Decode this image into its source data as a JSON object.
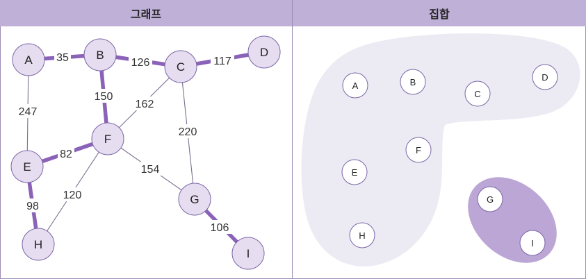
{
  "headers": {
    "graph": "그래프",
    "set": "집합"
  },
  "colors": {
    "header": "#bfb0d7",
    "node_fill": "#e6ddf0",
    "node_stroke": "#7a66a6",
    "heavy_edge": "#8a63b8",
    "light_edge": "#7a6f90",
    "set_region": "#ecebf3",
    "subset_region": "#bba6d6"
  },
  "graph": {
    "nodes": [
      "A",
      "B",
      "C",
      "D",
      "E",
      "F",
      "G",
      "H",
      "I"
    ],
    "edges": [
      {
        "from": "A",
        "to": "B",
        "weight": "35",
        "heavy": true
      },
      {
        "from": "B",
        "to": "C",
        "weight": "126",
        "heavy": true
      },
      {
        "from": "C",
        "to": "D",
        "weight": "117",
        "heavy": true
      },
      {
        "from": "A",
        "to": "E",
        "weight": "247",
        "heavy": false
      },
      {
        "from": "B",
        "to": "F",
        "weight": "150",
        "heavy": true
      },
      {
        "from": "C",
        "to": "F",
        "weight": "162",
        "heavy": false
      },
      {
        "from": "C",
        "to": "G",
        "weight": "220",
        "heavy": false
      },
      {
        "from": "E",
        "to": "F",
        "weight": "82",
        "heavy": true
      },
      {
        "from": "F",
        "to": "G",
        "weight": "154",
        "heavy": false
      },
      {
        "from": "F",
        "to": "H",
        "weight": "120",
        "heavy": false
      },
      {
        "from": "E",
        "to": "H",
        "weight": "98",
        "heavy": true
      },
      {
        "from": "G",
        "to": "I",
        "weight": "106",
        "heavy": true
      }
    ]
  },
  "set": {
    "main_members": [
      "A",
      "B",
      "C",
      "D",
      "E",
      "F",
      "H"
    ],
    "sub_members": [
      "G",
      "I"
    ]
  }
}
